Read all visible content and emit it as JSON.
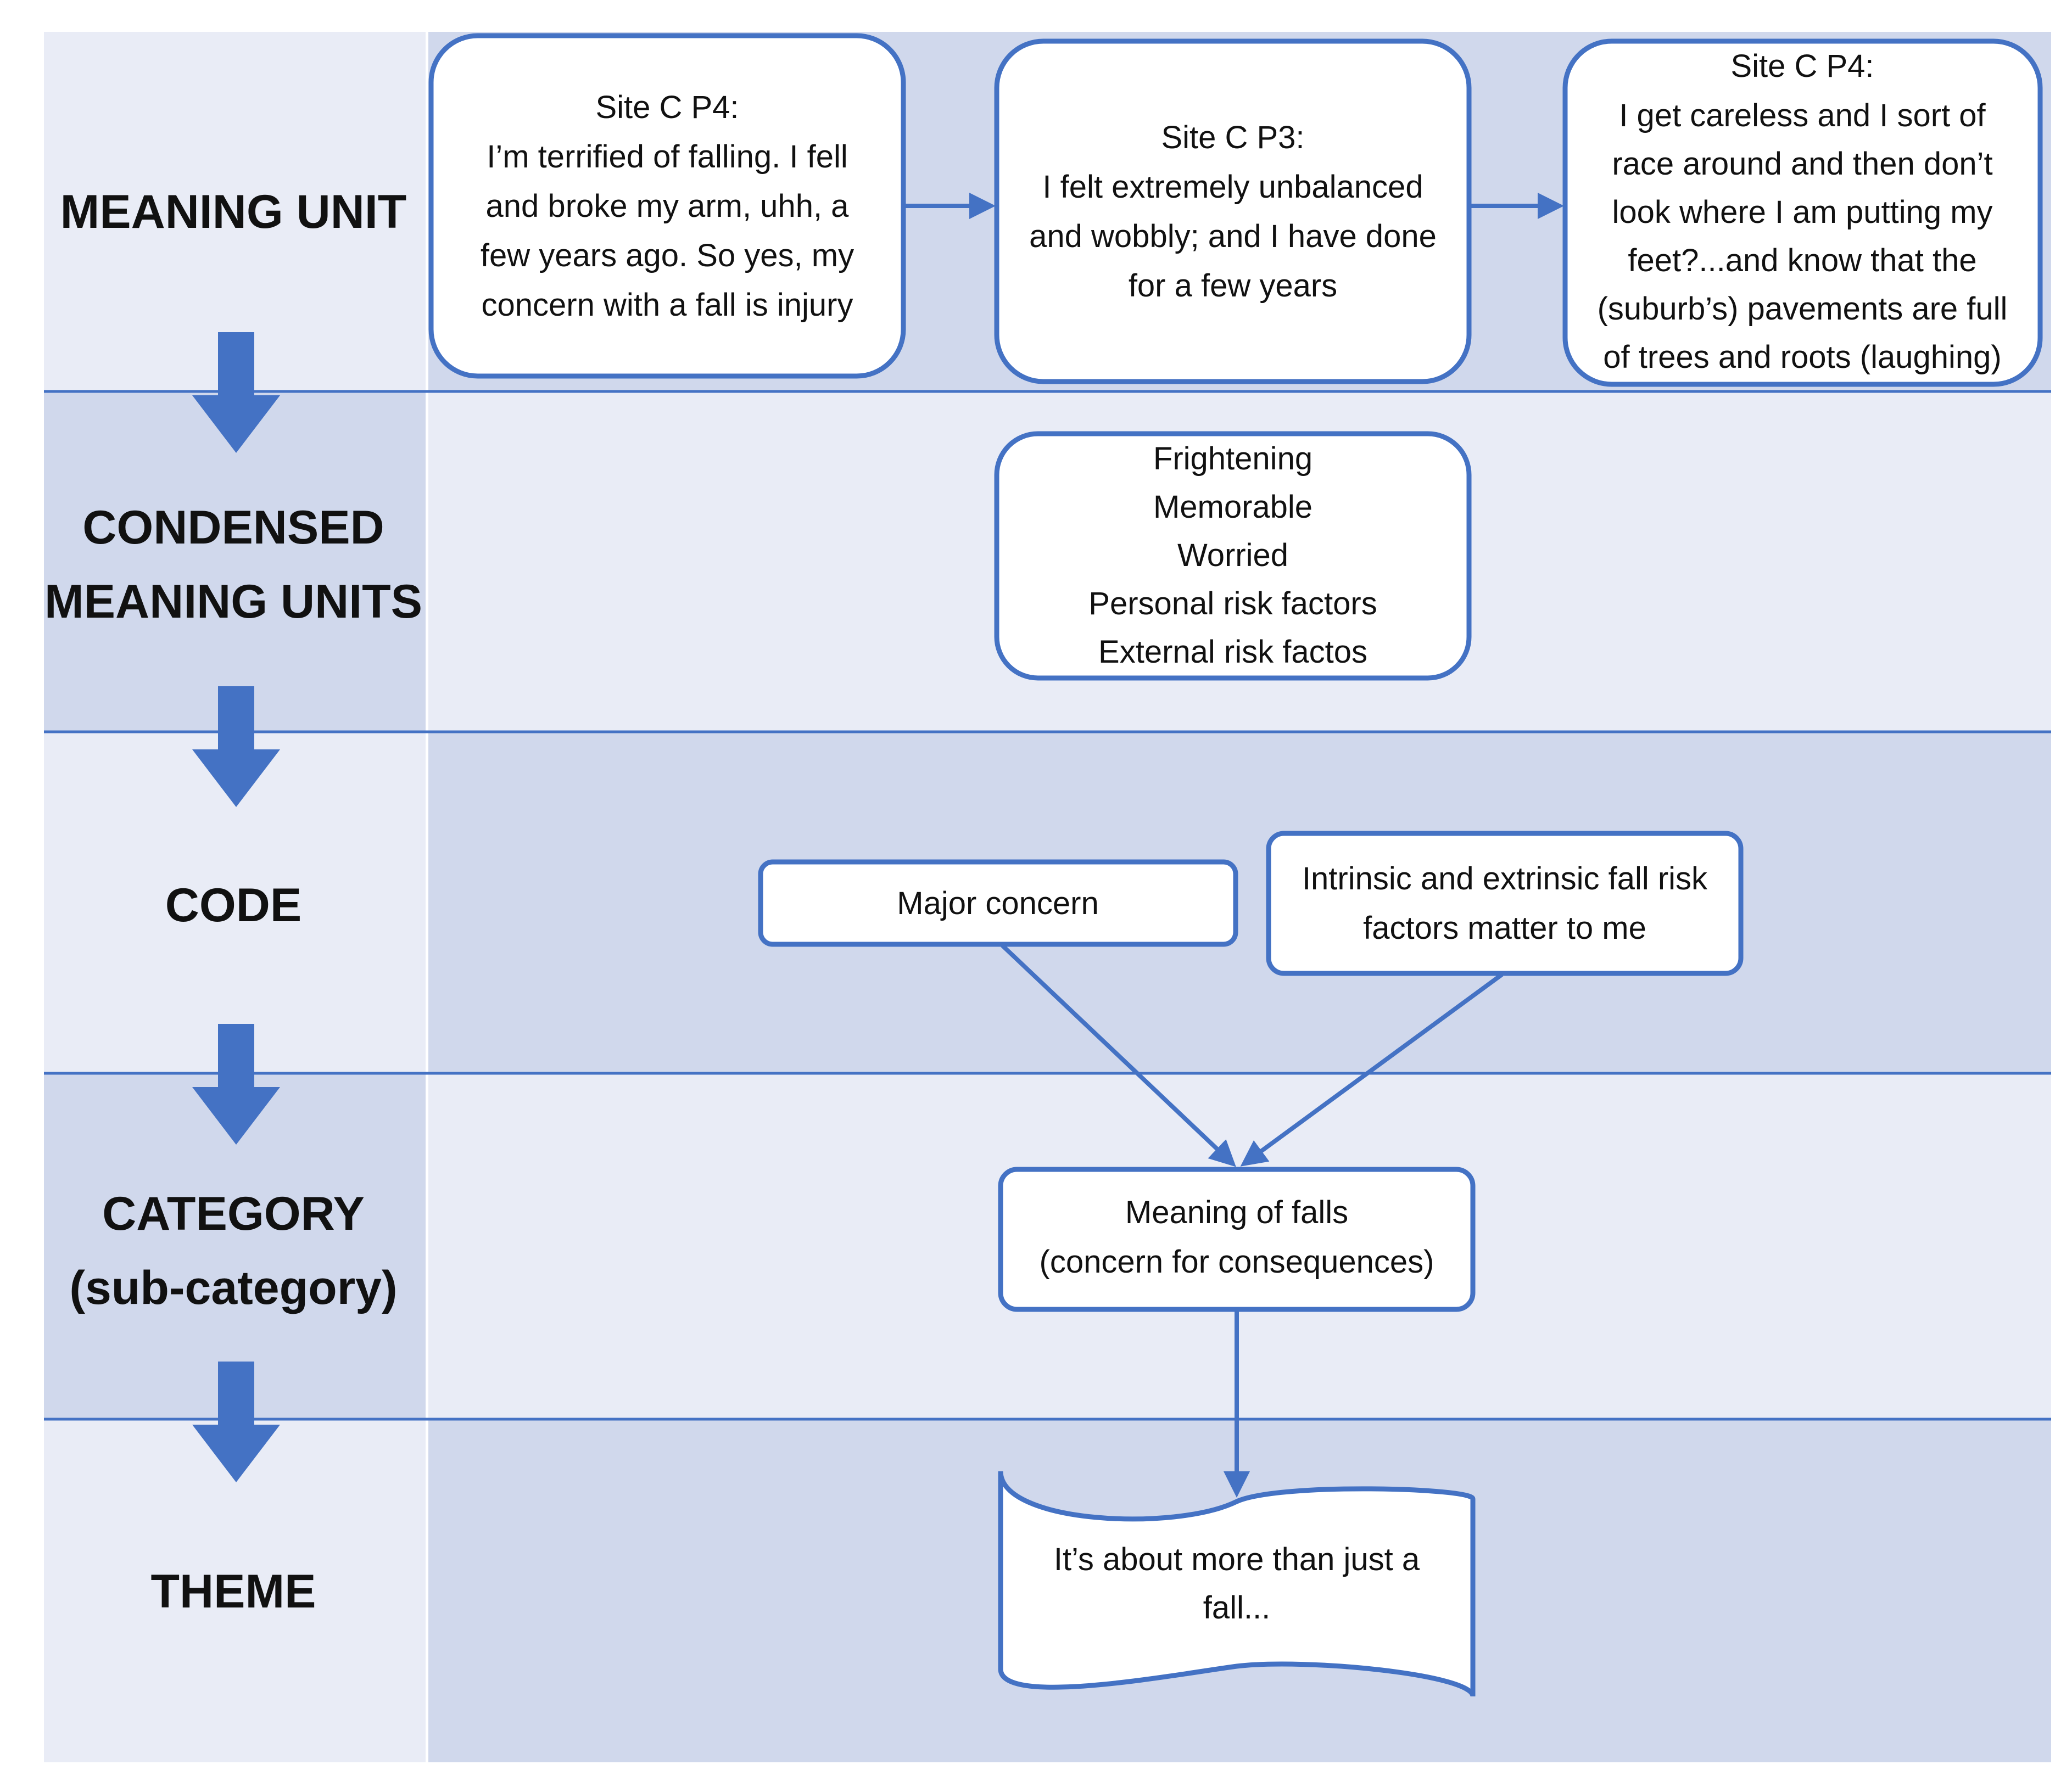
{
  "colors": {
    "accent": "#4472c4",
    "band_light": "#e9ecf6",
    "band_dark": "#d0d8ec",
    "box_fill": "#ffffff",
    "text": "#111111"
  },
  "rows": [
    {
      "id": "meaning-unit",
      "label_lines": [
        "MEANING UNIT"
      ]
    },
    {
      "id": "condensed-meaning-units",
      "label_lines": [
        "CONDENSED",
        "MEANING UNITS"
      ]
    },
    {
      "id": "code",
      "label_lines": [
        "CODE"
      ]
    },
    {
      "id": "category",
      "label_lines": [
        "CATEGORY",
        "(sub-category)"
      ]
    },
    {
      "id": "theme",
      "label_lines": [
        "THEME"
      ]
    }
  ],
  "meaning_units": [
    {
      "lines": [
        "Site C P4:",
        "I’m terrified of falling. I fell",
        "and broke my arm, uhh, a",
        "few years ago. So yes, my",
        "concern with a fall is injury"
      ]
    },
    {
      "lines": [
        "Site C P3:",
        "I felt extremely unbalanced",
        "and wobbly; and I have done",
        "for a few years"
      ]
    },
    {
      "lines": [
        "Site C P4:",
        "I get careless and I sort of",
        "race around and then don’t",
        "look where I am putting my",
        "feet?...and  know that the",
        "(suburb’s) pavements are full",
        "of trees and roots (laughing)"
      ]
    }
  ],
  "condensed": {
    "lines": [
      "Frightening",
      "Memorable",
      "Worried",
      "Personal risk factors",
      "External risk factos"
    ]
  },
  "codes": [
    {
      "lines": [
        "Major concern"
      ]
    },
    {
      "lines": [
        "Intrinsic and extrinsic fall risk",
        "factors matter to me"
      ]
    }
  ],
  "category": {
    "lines": [
      "Meaning of falls",
      "(concern for consequences)"
    ]
  },
  "theme": {
    "lines": [
      "It’s about more than just a",
      "fall..."
    ]
  }
}
